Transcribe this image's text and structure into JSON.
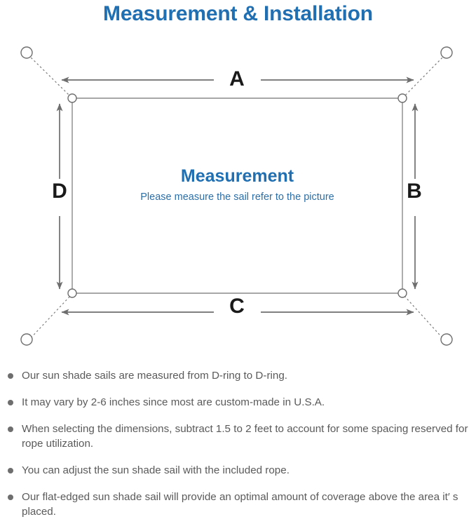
{
  "header": {
    "title": "Measurement & Installation",
    "title_color": "#1f6fb2"
  },
  "diagram": {
    "name": "sun-shade-sail-measurement-diagram",
    "sail_label": "Measurement",
    "sail_sublabel": "Please measure the sail refer to the picture",
    "dimension_labels": {
      "top": "A",
      "right": "B",
      "bottom": "C",
      "left": "D"
    },
    "line_color": "#6e6e6e",
    "sail_outline_color": "#8a8a8a",
    "anchor_count": 4,
    "d_ring_count": 4
  },
  "notes": [
    {
      "text": "Our sun shade sails are measured from D-ring to D-ring."
    },
    {
      "text": "It may vary by 2-6 inches since most are custom-made in U.S.A."
    },
    {
      "text": "When selecting the dimensions, subtract 1.5 to 2 feet to account for some spacing reserved for rope utilization."
    },
    {
      "text": "You can adjust the sun shade sail with the included rope."
    },
    {
      "text": "Our flat-edged sun shade sail will provide an optimal amount of coverage above the area it′ s placed."
    }
  ]
}
